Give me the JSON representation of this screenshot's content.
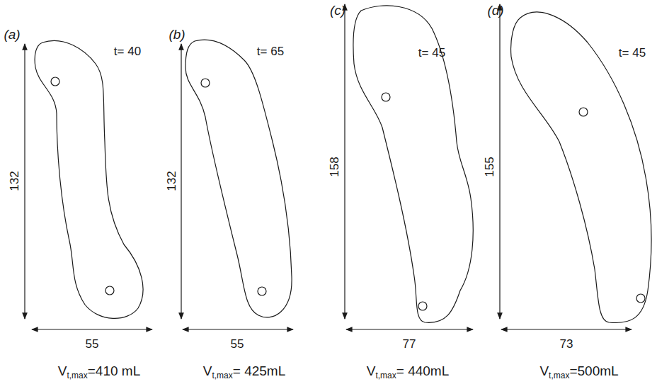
{
  "diagram": {
    "labels": [
      "(a)",
      "t= 40",
      "132",
      "55",
      "Vt,max=410 mL",
      "(b)",
      "t= 65",
      "132",
      "55",
      "Vt,max= 425mL",
      "(c)",
      "t= 45",
      "158",
      "77",
      "Vt,max= 440mL",
      "(d)",
      "t= 45",
      "155",
      "73",
      "Vt,max=500mL"
    ]
  }
}
